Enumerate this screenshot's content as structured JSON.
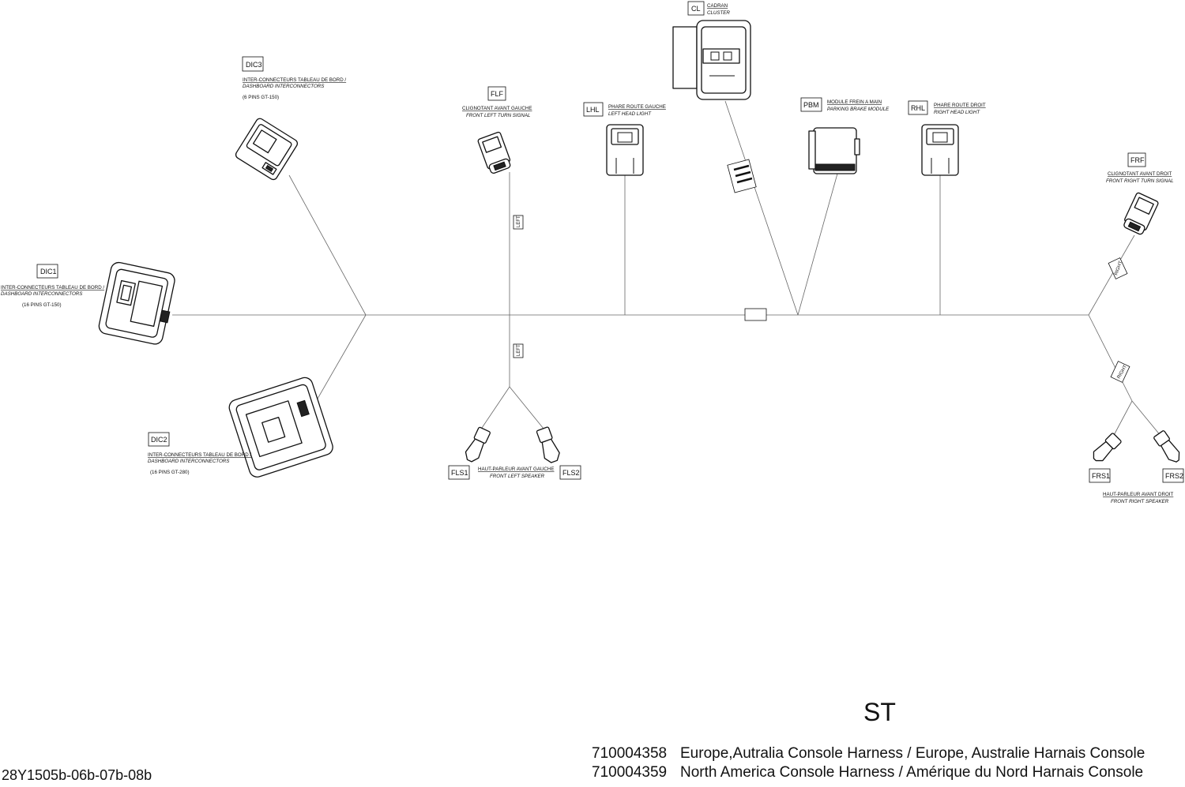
{
  "connectors": {
    "dic3": {
      "code": "DIC3",
      "name_fr": "INTER-CONNECTEURS TABLEAU DE BORD /",
      "name_en": "DASHBOARD INTERCONNECTORS",
      "pins": "(6 PINS GT-150)"
    },
    "dic1": {
      "code": "DIC1",
      "name_fr": "INTER-CONNECTEURS TABLEAU DE BORD /",
      "name_en": "DASHBOARD INTERCONNECTORS",
      "pins": "(16 PINS GT-150)"
    },
    "dic2": {
      "code": "DIC2",
      "name_fr": "INTER-CONNECTEURS TABLEAU DE BORD /",
      "name_en": "DASHBOARD INTERCONNECTORS",
      "pins": "(16 PINS GT-280)"
    },
    "flf": {
      "code": "FLF",
      "name_fr": "CLIGNOTANT AVANT GAUCHE",
      "name_en": "FRONT LEFT TURN SIGNAL"
    },
    "lhl": {
      "code": "LHL",
      "name_fr": "PHARE ROUTE GAUCHE",
      "name_en": "LEFT HEAD LIGHT"
    },
    "cl": {
      "code": "CL",
      "name_fr": "CADRAN",
      "name_en": "CLUSTER"
    },
    "pbm": {
      "code": "PBM",
      "name_fr": "MODULE FREIN A MAIN",
      "name_en": "PARKING BRAKE MODULE"
    },
    "rhl": {
      "code": "RHL",
      "name_fr": "PHARE ROUTE DROIT",
      "name_en": "RIGHT HEAD LIGHT"
    },
    "frf": {
      "code": "FRF",
      "name_fr": "CLIGNOTANT AVANT DROIT",
      "name_en": "FRONT RIGHT TURN SIGNAL"
    },
    "fls1": {
      "code": "FLS1"
    },
    "fls2": {
      "code": "FLS2"
    },
    "fls": {
      "name_fr": "HAUT-PARLEUR AVANT GAUCHE",
      "name_en": "FRONT LEFT SPEAKER"
    },
    "frs1": {
      "code": "FRS1"
    },
    "frs2": {
      "code": "FRS2"
    },
    "frs": {
      "name_fr": "HAUT-PARLEUR AVANT DROIT",
      "name_en": "FRONT RIGHT SPEAKER"
    }
  },
  "wire_tags": {
    "left_upper": "LEFT",
    "left_lower": "LEFT",
    "right_upper": "RIGHT",
    "right_lower": "RIGHT"
  },
  "footer": {
    "variant": "ST",
    "part_numbers": [
      {
        "number": "710004358",
        "description": "Europe,Autralia Console Harness / Europe, Australie Harnais Console"
      },
      {
        "number": "710004359",
        "description": "North America Console Harness / Amérique du Nord Harnais Console"
      }
    ],
    "document_number": "28Y1505b-06b-07b-08b"
  }
}
